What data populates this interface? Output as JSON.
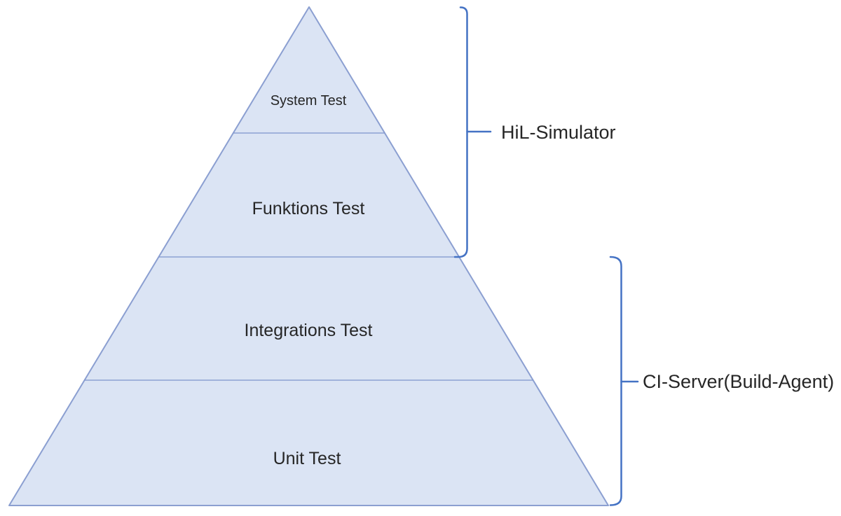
{
  "diagram": {
    "type": "test-pyramid",
    "levels": [
      {
        "label": "System Test"
      },
      {
        "label": "Funktions Test"
      },
      {
        "label": "Integrations Test"
      },
      {
        "label": "Unit Test"
      }
    ],
    "annotations": [
      {
        "label": "HiL-Simulator",
        "spans_levels": [
          "System Test",
          "Funktions Test"
        ]
      },
      {
        "label": "CI-Server(Build-Agent)",
        "spans_levels": [
          "Integrations Test",
          "Unit Test"
        ]
      }
    ],
    "colors": {
      "pyramid_fill": "#dbe4f4",
      "pyramid_border": "#8b9fd1",
      "divider_line": "#7e95cc",
      "bracket": "#4472c4",
      "text": "#262626",
      "background": "#ffffff"
    }
  }
}
